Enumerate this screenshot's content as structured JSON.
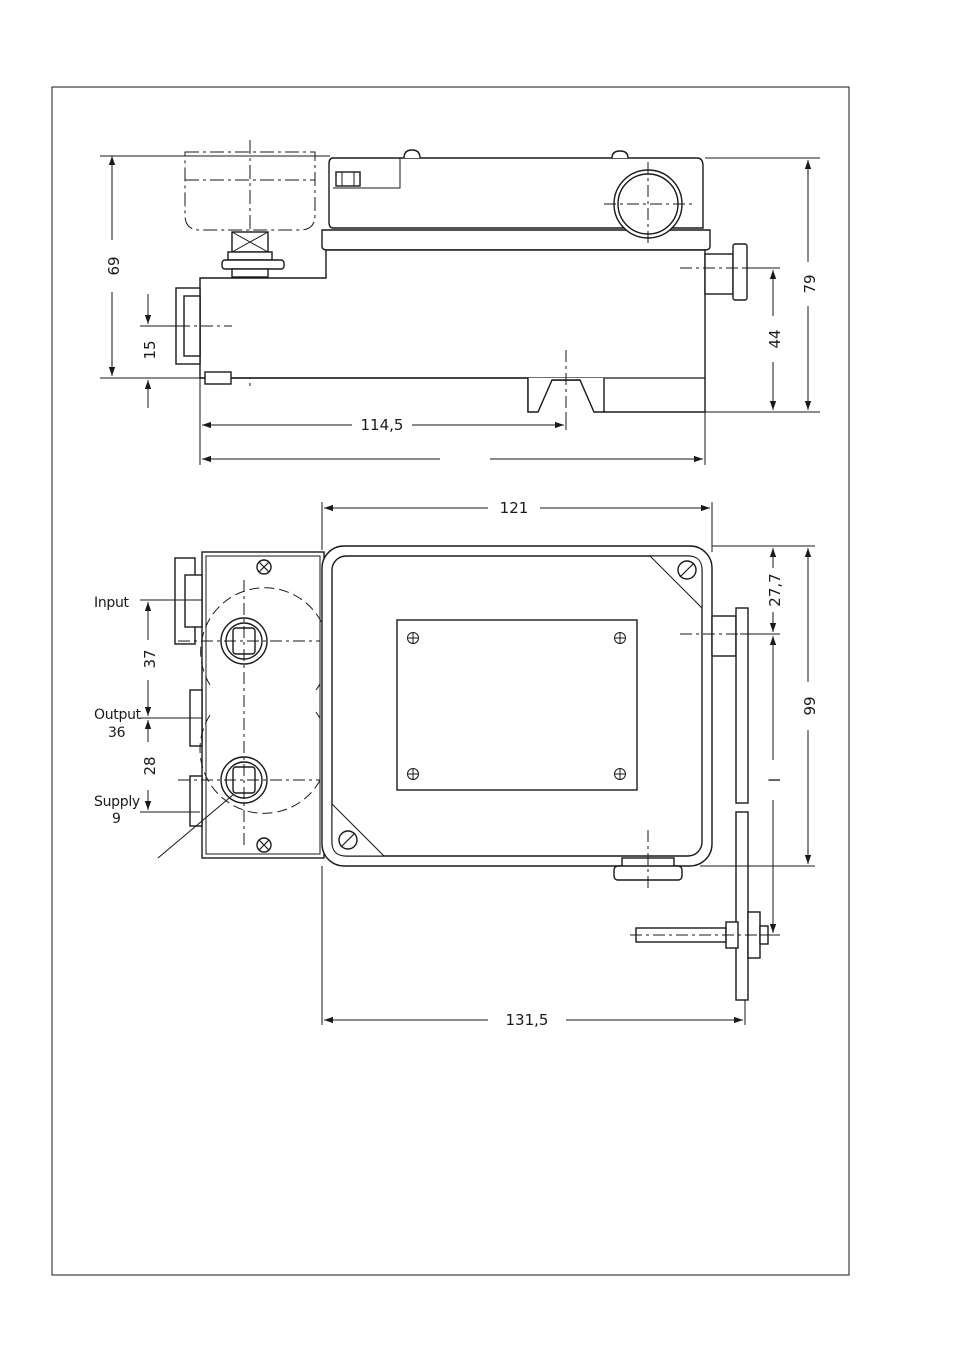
{
  "colors": {
    "ink": "#1a1a1a",
    "paper": "#ffffff"
  },
  "side_view": {
    "dims": {
      "height_69": "69",
      "height_15": "15",
      "length_114_5": "114,5",
      "height_44": "44",
      "height_79": "79"
    }
  },
  "top_view": {
    "dims": {
      "width_121": "121",
      "offset_27_7": "27,7",
      "height_99": "99",
      "spacing_37": "37",
      "spacing_28": "28",
      "var_l": "l",
      "width_131_5": "131,5"
    },
    "ports": {
      "input_label": "Input",
      "output_label": "Output",
      "output_number": "36",
      "supply_label": "Supply",
      "supply_number": "9"
    }
  }
}
